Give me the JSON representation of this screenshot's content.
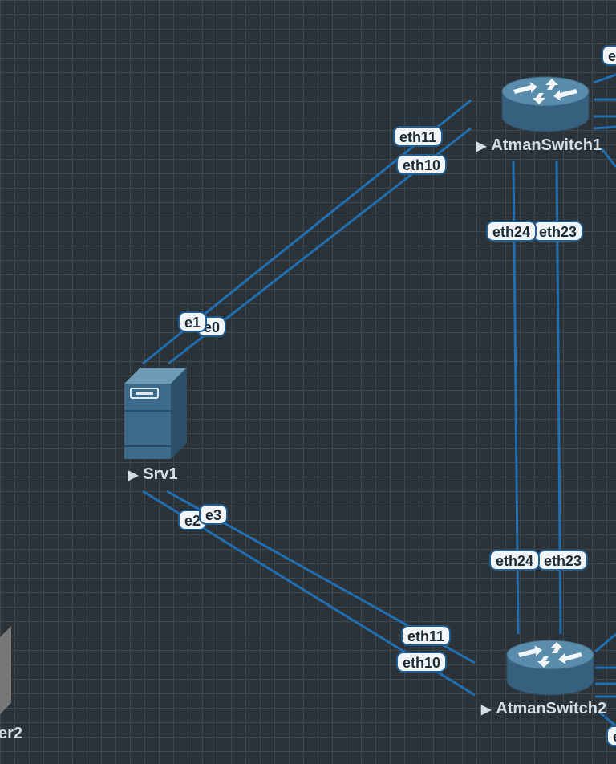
{
  "nodes": {
    "atman_switch_top": {
      "label": "AtmanSwitch1"
    },
    "atman_switch_bottom": {
      "label": "AtmanSwitch2"
    },
    "srv1": {
      "label": "Srv1"
    },
    "left_device": {
      "label": "er2"
    }
  },
  "ports": {
    "top_eth11": "eth11",
    "top_eth10": "eth10",
    "top_eth24": "eth24",
    "top_eth23": "eth23",
    "top_right_clipped": "e",
    "srv_e1": "e1",
    "srv_e0": "e0",
    "srv_e2": "e2",
    "srv_e3": "e3",
    "bottom_eth24": "eth24",
    "bottom_eth23": "eth23",
    "bottom_eth11": "eth11",
    "bottom_eth10": "eth10",
    "bottom_right_clipped": "e"
  },
  "colors": {
    "background": "#2c3338",
    "grid": "#3f474d",
    "link": "#1f6fb2",
    "device": "#3c6784"
  },
  "icons": {
    "router": "router-icon",
    "server": "server-icon",
    "play": "play-triangle-icon"
  }
}
